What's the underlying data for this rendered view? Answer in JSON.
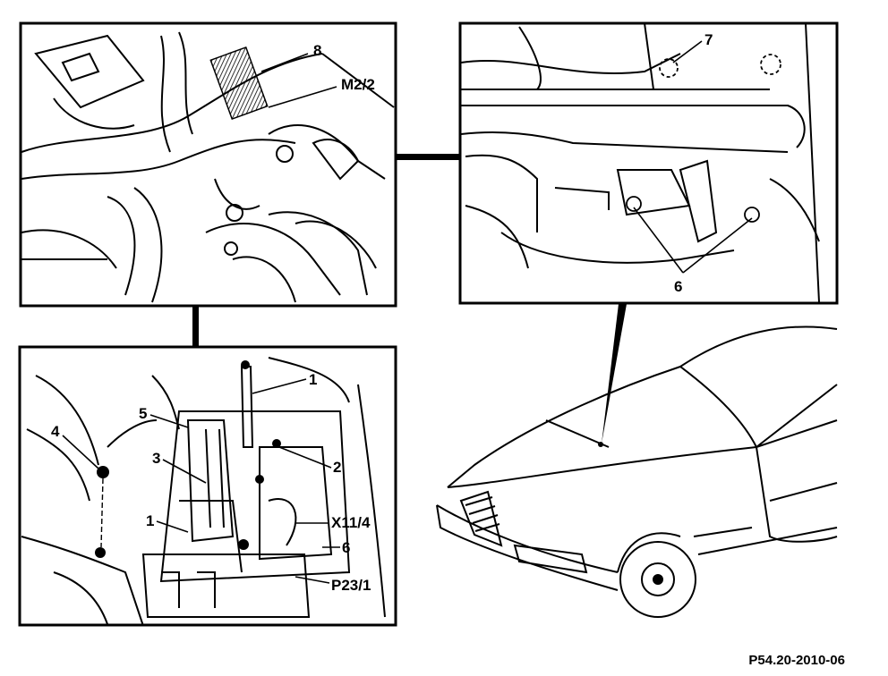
{
  "figure": {
    "caption": "P54.20-2010-06"
  },
  "callouts": {
    "top_left": {
      "item_8": "8",
      "item_m2_2": "M2/2"
    },
    "top_right": {
      "item_7": "7",
      "item_6": "6"
    },
    "bottom_left": {
      "item_1_top": "1",
      "item_5": "5",
      "item_4": "4",
      "item_2": "2",
      "item_3": "3",
      "item_1_left": "1",
      "item_x11_4": "X11/4",
      "item_6": "6",
      "item_p23_1": "P23/1"
    }
  }
}
